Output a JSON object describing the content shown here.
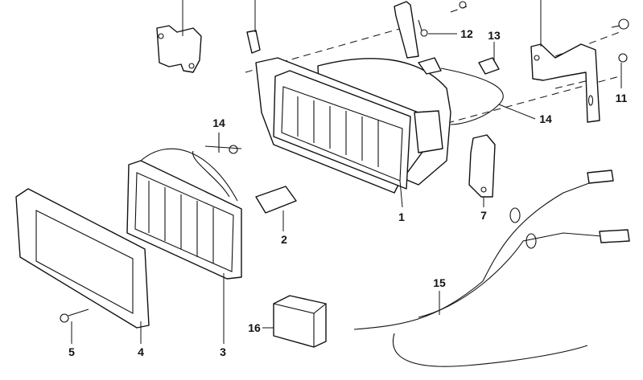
{
  "diagram": {
    "title": "Fog light assembly exploded view",
    "callouts": [
      {
        "id": "c1",
        "label": "1"
      },
      {
        "id": "c2",
        "label": "2"
      },
      {
        "id": "c3",
        "label": "3"
      },
      {
        "id": "c4",
        "label": "4"
      },
      {
        "id": "c5",
        "label": "5"
      },
      {
        "id": "c7",
        "label": "7"
      },
      {
        "id": "c11",
        "label": "11"
      },
      {
        "id": "c12",
        "label": "12"
      },
      {
        "id": "c13",
        "label": "13"
      },
      {
        "id": "c14a",
        "label": "14"
      },
      {
        "id": "c14b",
        "label": "14"
      },
      {
        "id": "c15",
        "label": "15"
      },
      {
        "id": "c16",
        "label": "16"
      }
    ]
  }
}
